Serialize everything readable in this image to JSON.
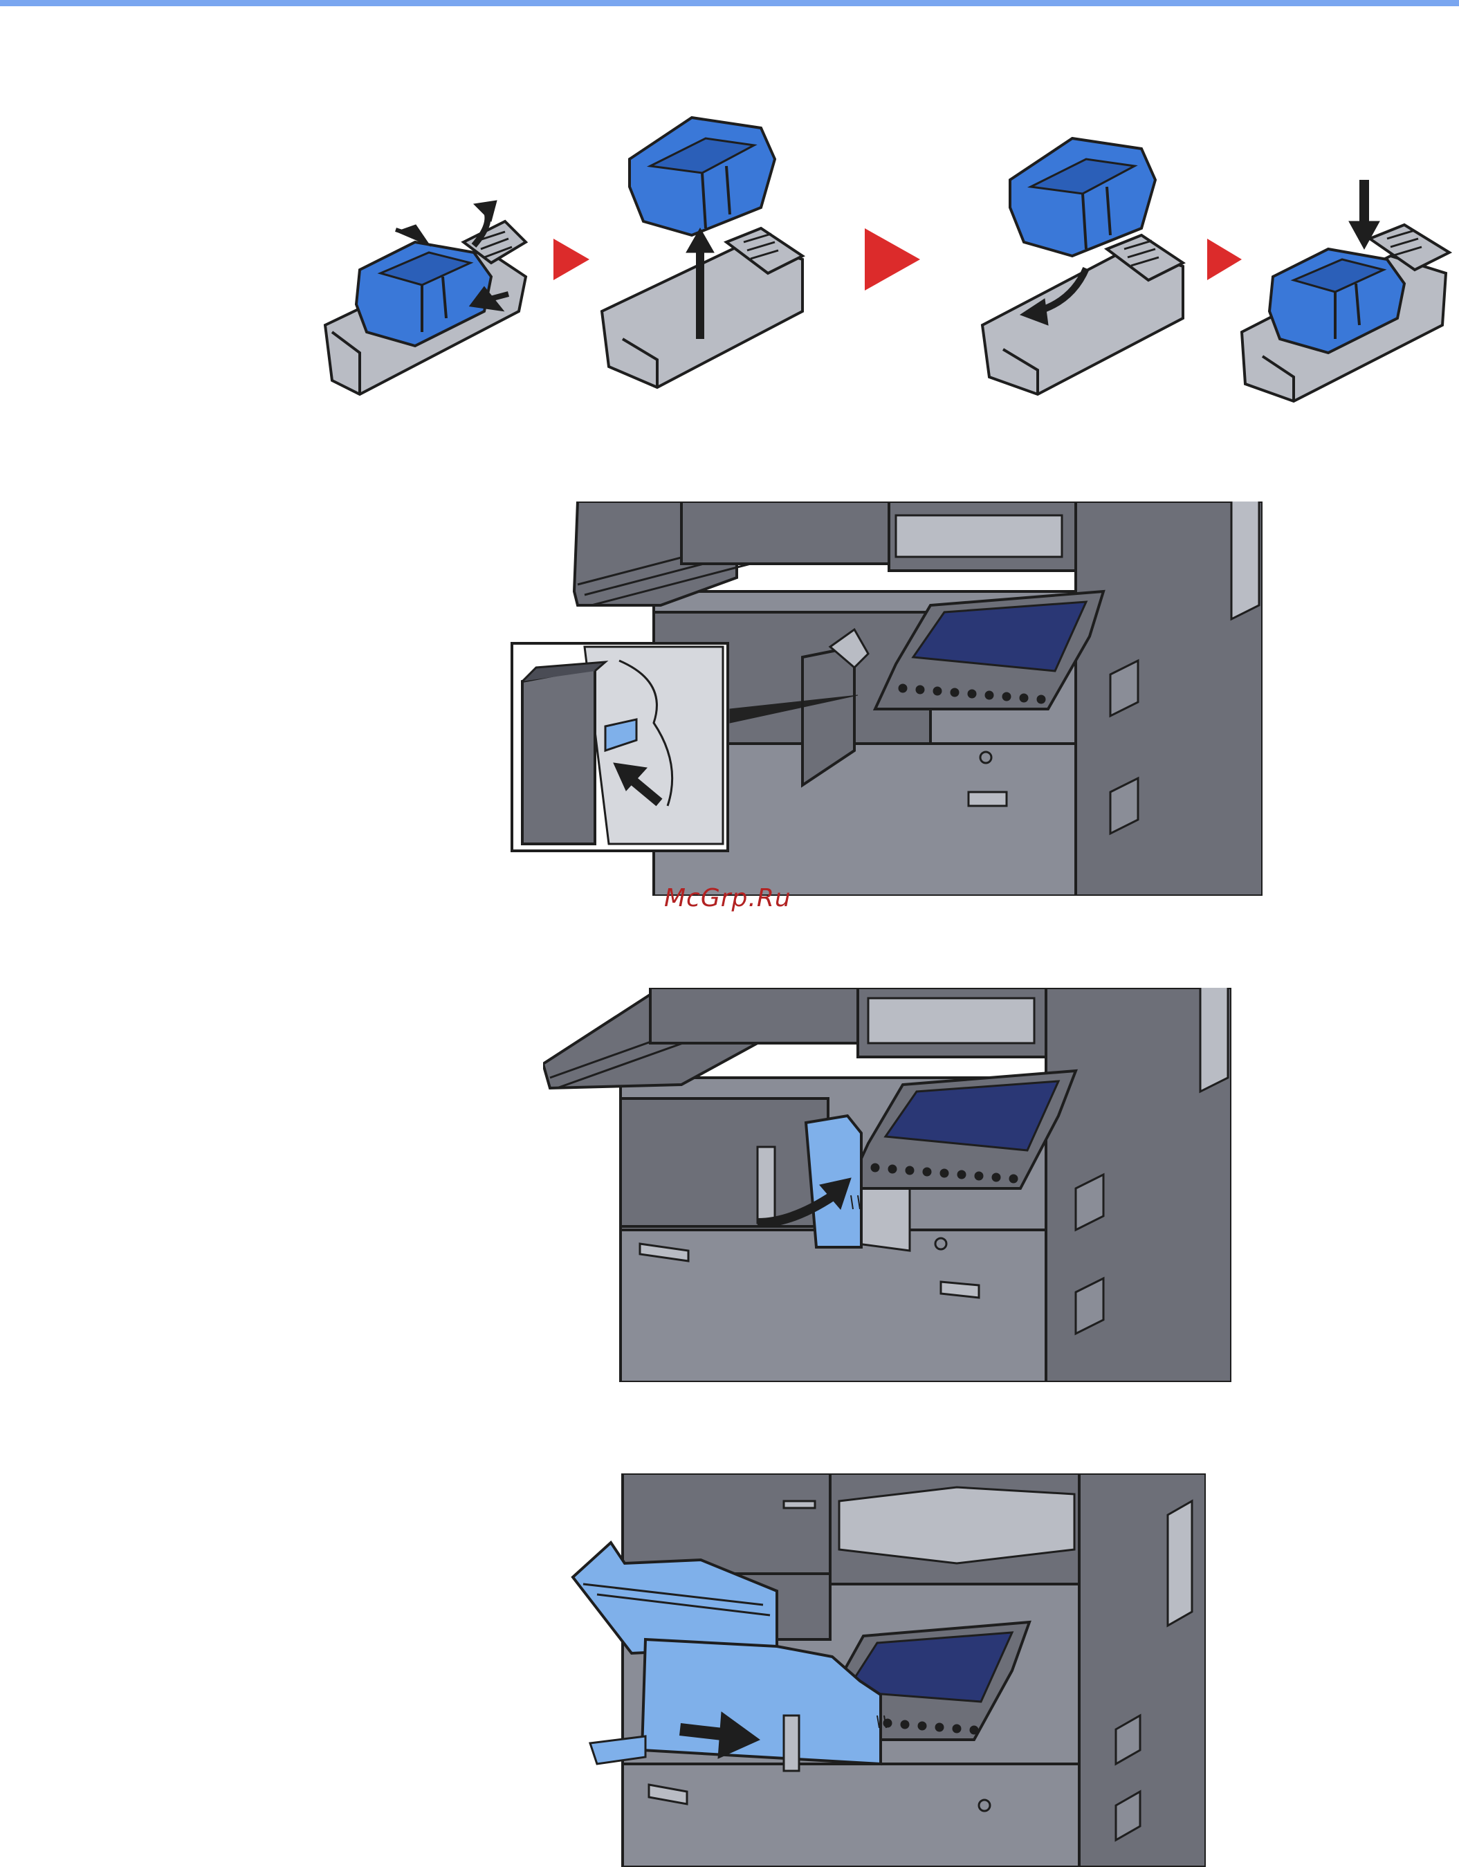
{
  "page": {
    "header_rule_color": "#7aa6f0",
    "watermark": {
      "text": "McGrp.Ru",
      "color": "#b22222"
    }
  },
  "colors": {
    "staple_cartridge_blue": "#3a78d8",
    "highlight_blue": "#7fb0ea",
    "step_arrow_red": "#dc2b2b",
    "machine_dark": "#6d6f78",
    "machine_mid": "#8a8d97",
    "machine_light": "#b9bcc4",
    "screen_navy": "#2a3775",
    "outline": "#1e1e1e"
  },
  "figures": [
    {
      "name": "cartridge-replacement-steps",
      "steps": 4,
      "icons": [
        "staple-cartridge-icon",
        "step-arrow-icon"
      ]
    },
    {
      "name": "stapler-holder-release",
      "icons": [
        "printer-icon",
        "push-arrow-icon",
        "magnified-detail-icon"
      ]
    },
    {
      "name": "close-staple-cover",
      "icons": [
        "printer-icon",
        "curved-arrow-icon"
      ]
    },
    {
      "name": "close-finisher",
      "icons": [
        "printer-icon",
        "push-arrow-icon"
      ]
    }
  ]
}
